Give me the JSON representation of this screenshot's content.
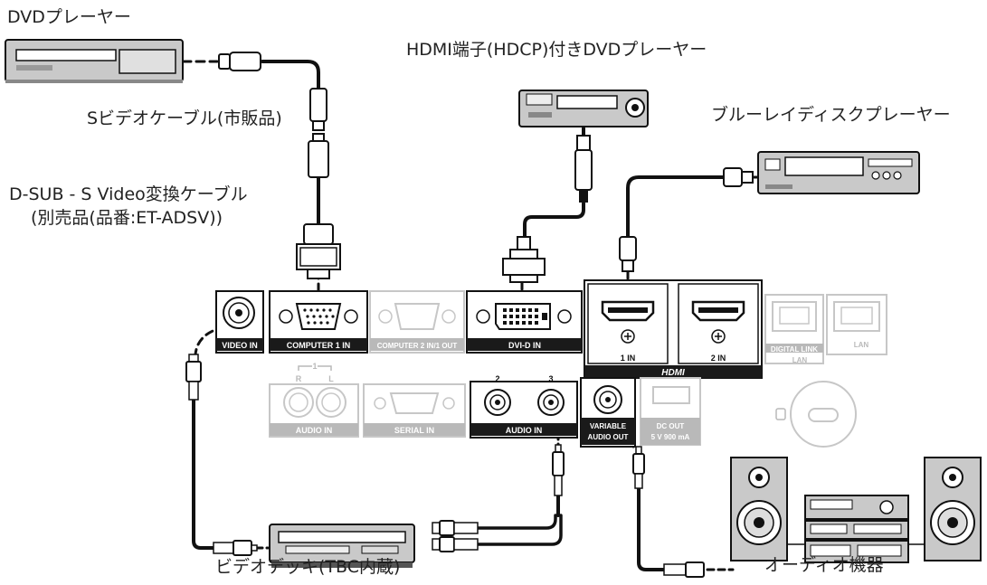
{
  "devices": {
    "dvd_player": "DVDプレーヤー",
    "hdmi_dvd_player": "HDMI端子(HDCP)付きDVDプレーヤー",
    "bluray_player": "ブルーレイディスクプレーヤー",
    "video_deck": "ビデオデッキ(TBC内蔵)",
    "audio_equipment": "オーディオ機器"
  },
  "cables": {
    "s_video_cable": "Sビデオケーブル(市販品)",
    "dsub_svideo_cable_line1": "D-SUB - S Video変換ケーブル",
    "dsub_svideo_cable_line2": "(別売品(品番:ET-ADSV))"
  },
  "panel": {
    "video_in": "VIDEO IN",
    "computer1_in": "COMPUTER 1 IN",
    "computer2_in": "COMPUTER 2 IN/1 OUT",
    "dvi_d_in": "DVI-D IN",
    "hdmi_1_in": "1 IN",
    "hdmi_2_in": "2 IN",
    "hdmi_logo": "HDMI",
    "digital_link": "DIGITAL LINK",
    "lan_under_digital_link": "LAN",
    "lan": "LAN",
    "audio_in_group_number": "1",
    "audio_in_r": "R",
    "audio_in_l": "L",
    "audio_in_1": "AUDIO IN",
    "serial_in": "SERIAL IN",
    "audio_in_2_number": "2",
    "audio_in_3_number": "3",
    "audio_in_23": "AUDIO IN",
    "variable_audio_out_line1": "VARIABLE",
    "variable_audio_out_line2": "AUDIO OUT",
    "dc_out_line1": "DC OUT",
    "dc_out_line2": "5 V  900 mA"
  },
  "colors": {
    "panel_label_bg": "#1a1a1a",
    "panel_label_unused_bg": "#b9b9b9",
    "port_unused": "#c7c7c7",
    "device_gray": "#bdbdbd"
  }
}
